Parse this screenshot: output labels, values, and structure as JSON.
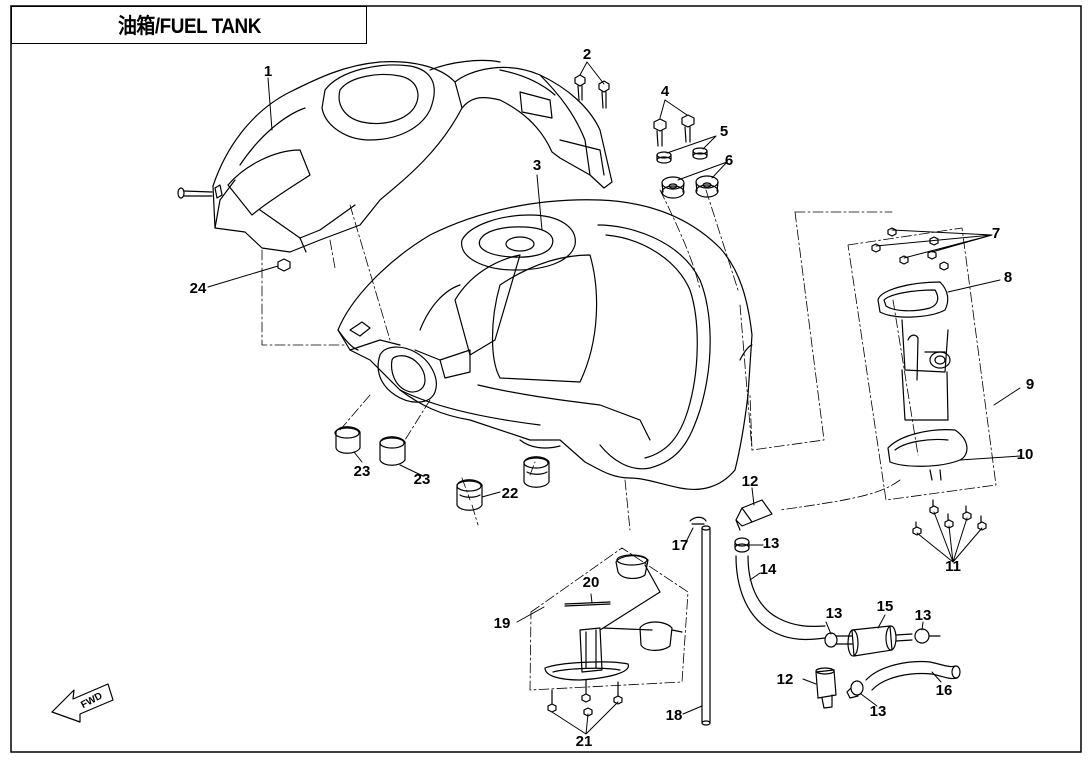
{
  "title": "油箱/FUEL TANK",
  "fwd_label": "FWD",
  "callouts": [
    "1",
    "2",
    "3",
    "4",
    "5",
    "6",
    "7",
    "8",
    "9",
    "10",
    "11",
    "12",
    "13",
    "14",
    "15",
    "16",
    "17",
    "18",
    "19",
    "20",
    "21",
    "22",
    "23",
    "24"
  ],
  "extra_callouts": {
    "c13b": "13",
    "c13c": "13",
    "c13d": "13",
    "c12b": "12",
    "c23b": "23"
  }
}
